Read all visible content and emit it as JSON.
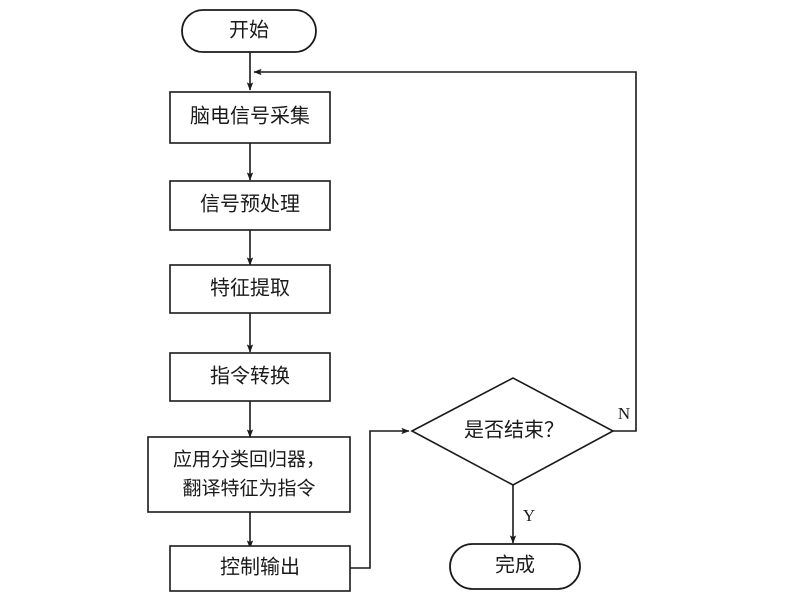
{
  "diagram": {
    "type": "flowchart",
    "title": "",
    "language": "zh",
    "orientation": "top-to-bottom",
    "background_color": "#ffffff",
    "stroke_color": "#1a1a1a",
    "text_color": "#1a1a1a",
    "nodes": [
      {
        "id": "start",
        "shape": "terminal",
        "label": "开始"
      },
      {
        "id": "acquire",
        "shape": "process",
        "label": "脑电信号采集"
      },
      {
        "id": "preprocess",
        "shape": "process",
        "label": "信号预处理"
      },
      {
        "id": "feature",
        "shape": "process",
        "label": "特征提取"
      },
      {
        "id": "command",
        "shape": "process",
        "label": "指令转换"
      },
      {
        "id": "classify",
        "shape": "process",
        "label_line1": "应用分类回归器，",
        "label_line2": "翻译特征为指令"
      },
      {
        "id": "output",
        "shape": "process",
        "label": "控制输出"
      },
      {
        "id": "decision",
        "shape": "decision",
        "label": "是否结束？"
      },
      {
        "id": "finish",
        "shape": "terminal",
        "label": "完成"
      }
    ],
    "edges": [
      {
        "from": "start",
        "to": "acquire",
        "label": ""
      },
      {
        "from": "acquire",
        "to": "preprocess",
        "label": ""
      },
      {
        "from": "preprocess",
        "to": "feature",
        "label": ""
      },
      {
        "from": "feature",
        "to": "command",
        "label": ""
      },
      {
        "from": "command",
        "to": "classify",
        "label": ""
      },
      {
        "from": "classify",
        "to": "output",
        "label": ""
      },
      {
        "from": "output",
        "to": "decision",
        "label": ""
      },
      {
        "from": "decision",
        "to": "finish",
        "label": "Y"
      },
      {
        "from": "decision",
        "to": "acquire",
        "label": "N"
      }
    ],
    "edge_labels": {
      "yes": "Y",
      "no": "N"
    }
  }
}
